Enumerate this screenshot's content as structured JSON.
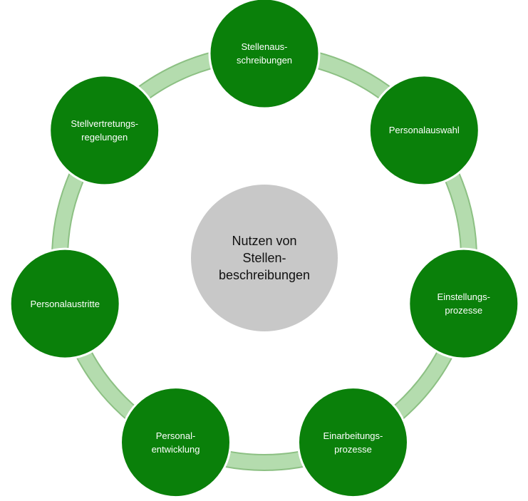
{
  "diagram": {
    "center": {
      "label": "Nutzen von\nStellen-\nbeschreibungen"
    },
    "nodes": [
      {
        "id": "stellenausschreibungen",
        "label": "Stellenaus-\nschreibungen"
      },
      {
        "id": "personalauswahl",
        "label": "Personalauswahl"
      },
      {
        "id": "einstellungsprozesse",
        "label": "Einstellungs-\nprozesse"
      },
      {
        "id": "einarbeitungsprozesse",
        "label": "Einarbeitungs-\nprozesse"
      },
      {
        "id": "personalentwicklung",
        "label": "Personal-\nentwicklung"
      },
      {
        "id": "personalaustritte",
        "label": "Personalaustritte"
      },
      {
        "id": "stellvertretungsregelungen",
        "label": "Stellvertretungs-\nregelungen"
      }
    ],
    "colors": {
      "node_fill": "#0a800a",
      "node_stroke": "#ffffff",
      "center_fill": "#c8c8c8",
      "ring_fill": "#b4dcae",
      "ring_stroke": "#8cc083"
    }
  }
}
